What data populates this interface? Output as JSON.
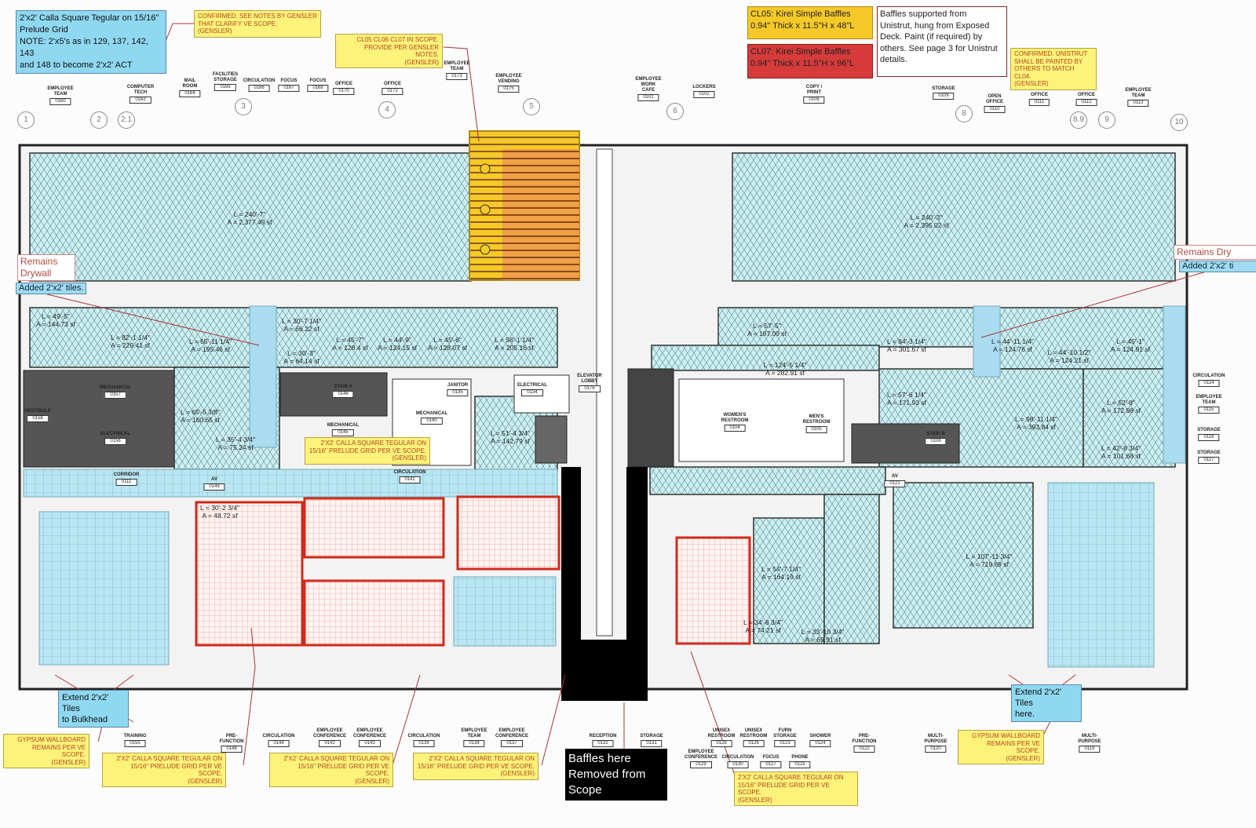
{
  "colors": {
    "acoustic_tile_area": "#cdeff2",
    "grid_ceiling": "#b4e4f2",
    "baffle_cl05": "#f6c928",
    "baffle_cl07": "#e57a3a",
    "mechanical_gray": "#555555",
    "removed_scope_red": "#d02a1a",
    "note_yellow": "#fdf27a",
    "note_blue": "#8fd8f2"
  },
  "notes": {
    "tegular_spec": [
      "2'x2' Calla Square Tegular on 15/16\"",
      "Prelude Grid",
      "NOTE: 2'x5's as in 129, 137, 142, 143",
      "and 148 to become 2'x2' ACT"
    ],
    "confirmed_ve_scope": [
      "CONFIRMED. SEE NOTES BY GENSLER",
      "THAT CLARIFY VE SCOPE.",
      "(GENSLER)"
    ],
    "cl_in_scope": [
      "CL05 CL06 CL07 IN SCOPE.",
      "PROVIDE PER GENSLER NOTES.",
      "(GENSLER)"
    ],
    "cl05": [
      "CL05: Kirei Simple Baffles",
      "0.94\" Thick x 11.5\"H x 48\"L"
    ],
    "cl07": [
      "CL07: Kirei Simple Baffles",
      "0.94\" Thick x 11.5\"H x 96\"L"
    ],
    "baffle_support": [
      "Baffles supported from",
      "Unistrut, hung from Exposed",
      "Deck. Paint (if required) by",
      "others. See page 3 for Unistrut",
      "details."
    ],
    "unistrut_confirmed": [
      "CONFIRMED. UNISTRUT",
      "SHALL BE PAINTED BY",
      "OTHERS TO MATCH CL04.",
      "(GENSLER)"
    ],
    "remains_drywall_left": [
      "Remains",
      "Drywall"
    ],
    "remains_drywall_right": "Remains Dry",
    "added_tiles_left": "Added 2'x2' tiles.",
    "added_tiles_right": "Added 2'x2' ti",
    "calla_mid": [
      "2'x2' CALLA SQUARE TEGULAR ON",
      "15/16\" PRELUDE GRID PER VE SCOPE.",
      "(GENSLER)"
    ],
    "extend_left": [
      "Extend 2'x2' Tiles",
      "to Bulkhead"
    ],
    "extend_right": [
      "Extend 2'x2' Tiles",
      "here."
    ],
    "gypsum_left": [
      "GYPSUM WALLBOARD",
      "REMAINS PER VE SCOPE.",
      "(GENSLER)"
    ],
    "gypsum_right": [
      "GYPSUM WALLBOARD",
      "REMAINS PER VE SCOPE.",
      "(GENSLER)"
    ],
    "calla_bottom_1": [
      "2'x2' CALLA SQUARE TEGULAR ON",
      "15/16\" PRELUDE GRID PER VE SCOPE.",
      "(GENSLER)"
    ],
    "calla_bottom_2": [
      "2'x2' CALLA SQUARE TEGULAR ON",
      "15/16\" PRELUDE GRID PER VE SCOPE.",
      "(GENSLER)"
    ],
    "calla_bottom_3": [
      "2'x2' CALLA SQUARE TEGULAR ON",
      "15/16\" PRELUDE GRID PER VE SCOPE.",
      "(GENSLER)"
    ],
    "calla_bottom_4": [
      "2'x2' CALLA SQUARE TEGULAR ON",
      "15/16\" PRELUDE GRID PER VE SCOPE.",
      "(GENSLER)"
    ],
    "baffles_removed": [
      "Baffles here",
      "Removed from",
      "Scope"
    ]
  },
  "grid_bubbles": [
    "1",
    "2",
    "2.1",
    "3",
    "4",
    "5",
    "6",
    "8",
    "8.9",
    "9",
    "10"
  ],
  "room_tags": [
    {
      "name": "EMPLOYEE TEAM",
      "number": "0160"
    },
    {
      "name": "COMPUTER TECH",
      "number": "0162"
    },
    {
      "name": "MAIL ROOM",
      "number": "0164"
    },
    {
      "name": "FACILITIES STORAGE",
      "number": "0165"
    },
    {
      "name": "CIRCULATION",
      "number": "0166"
    },
    {
      "name": "FOCUS",
      "number": "0167"
    },
    {
      "name": "FOCUS",
      "number": "0168"
    },
    {
      "name": "OFFICE",
      "number": "0170"
    },
    {
      "name": "OFFICE",
      "number": "0172"
    },
    {
      "name": "EMPLOYEE TEAM",
      "number": "0173"
    },
    {
      "name": "EMPLOYEE VENDING",
      "number": "0175"
    },
    {
      "name": "EMPLOYEE WORK CAFE",
      "number": "0101"
    },
    {
      "name": "LOCKERS",
      "number": "0102"
    },
    {
      "name": "COPY / PRINT",
      "number": "0106"
    },
    {
      "name": "STORAGE",
      "number": "0109"
    },
    {
      "name": "OPEN OFFICE",
      "number": "0110"
    },
    {
      "name": "OFFICE",
      "number": "0111"
    },
    {
      "name": "OFFICE",
      "number": "0112"
    },
    {
      "name": "EMPLOYEE TEAM",
      "number": "0113"
    },
    {
      "name": "CIRCULATION",
      "number": "0114"
    },
    {
      "name": "EMPLOYEE TEAM",
      "number": "0115"
    },
    {
      "name": "STORAGE",
      "number": "0116"
    },
    {
      "name": "STORAGE",
      "number": "0117"
    },
    {
      "name": "MECHANICAL",
      "number": "0157"
    },
    {
      "name": "VESTIBULE",
      "number": "0158"
    },
    {
      "name": "ELECTRICAL",
      "number": "0156"
    },
    {
      "name": "STAIR A",
      "number": "0146"
    },
    {
      "name": "MECHANICAL",
      "number": "0145"
    },
    {
      "name": "JANITOR",
      "number": "0135"
    },
    {
      "name": "ELECTRICAL",
      "number": "0134"
    },
    {
      "name": "MECHANICAL",
      "number": "0140"
    },
    {
      "name": "ELEVATOR LOBBY",
      "number": "0176"
    },
    {
      "name": "WOMEN'S RESTROOM",
      "number": "0104"
    },
    {
      "name": "MEN'S RESTROOM",
      "number": "0105"
    },
    {
      "name": "STAIR B",
      "number": "0108"
    },
    {
      "name": "CORRIDOR",
      "number": "0111"
    },
    {
      "name": "CIRCULATION",
      "number": "0141"
    },
    {
      "name": "AV",
      "number": "0149"
    },
    {
      "name": "AV",
      "number": "0121"
    },
    {
      "name": "TRAINING",
      "number": "0155"
    },
    {
      "name": "PRE-FUNCTION",
      "number": "0148"
    },
    {
      "name": "CIRCULATION",
      "number": "0144"
    },
    {
      "name": "EMPLOYEE CONFERENCE",
      "number": "0142"
    },
    {
      "name": "EMPLOYEE CONFERENCE",
      "number": "0143"
    },
    {
      "name": "CIRCULATION",
      "number": "0139"
    },
    {
      "name": "EMPLOYEE TEAM",
      "number": "0138"
    },
    {
      "name": "EMPLOYEE CONFERENCE",
      "number": "0137"
    },
    {
      "name": "RECEPTION",
      "number": "0132"
    },
    {
      "name": "STORAGE",
      "number": "0131"
    },
    {
      "name": "UNISEX RESTROOM",
      "number": "0128"
    },
    {
      "name": "UNISEX RESTROOM",
      "number": "0126"
    },
    {
      "name": "FURN STORAGE",
      "number": "0123"
    },
    {
      "name": "SHOWER",
      "number": "0124"
    },
    {
      "name": "PRE-FUNCTION",
      "number": "0122"
    },
    {
      "name": "MULTI-PURPOSE",
      "number": "0120"
    },
    {
      "name": "MULTI-PURPOSE",
      "number": "0119"
    },
    {
      "name": "EMPLOYEE CONFERENCE",
      "number": "0129"
    },
    {
      "name": "CIRCULATION",
      "number": "0130"
    },
    {
      "name": "FOCUS",
      "number": "0127"
    },
    {
      "name": "PHONE",
      "number": "0125"
    }
  ],
  "area_labels": [
    {
      "length": "L = 240'-7\"",
      "area": "A = 2,377.49 sf"
    },
    {
      "length": "L = 240'-3\"",
      "area": "A = 2,395.02 sf"
    },
    {
      "length": "L = 49'-5\"",
      "area": "A = 144.73 sf"
    },
    {
      "length": "L = 82'-1 1/4\"",
      "area": "A = 229.41 sf"
    },
    {
      "length": "L = 65'-11 1/4\"",
      "area": "A = 195.46 sf"
    },
    {
      "length": "L = 30'-7 1/4\"",
      "area": "A = 66.22 sf"
    },
    {
      "length": "L = 30'-3\"",
      "area": "A = 64.14 sf"
    },
    {
      "length": "L = 45'-7\"",
      "area": "A = 128.4 sf"
    },
    {
      "length": "L = 44'-9\"",
      "area": "A = 124.15 sf"
    },
    {
      "length": "L = 45'-6\"",
      "area": "A = 128.07 sf"
    },
    {
      "length": "L = 58'-1 1/4\"",
      "area": "A = 205.16 sf"
    },
    {
      "length": "L = 65'-5 3/8\"",
      "area": "A = 160.65 sf"
    },
    {
      "length": "L = 35'-4 3/4\"",
      "area": "A = 75.24 sf"
    },
    {
      "length": "L = 51'-4 3/4\"",
      "area": "A = 142.79 sf"
    },
    {
      "length": "L = 57'-5\"",
      "area": "A = 187.09 sf"
    },
    {
      "length": "L = 84'-3 1/4\"",
      "area": "A = 301.67 sf"
    },
    {
      "length": "L = 124'-5 1/4\"",
      "area": "A = 282.91 sf"
    },
    {
      "length": "L = 44'-11 1/4\"",
      "area": "A = 124.76 sf"
    },
    {
      "length": "L = 44'-10 1/2\"",
      "area": "A = 124.21 sf"
    },
    {
      "length": "L = 45'-1\"",
      "area": "A = 124.91 sf"
    },
    {
      "length": "L = 57'-6 1/4\"",
      "area": "A = 171.93 sf"
    },
    {
      "length": "L = 98'-11 1/4\"",
      "area": "A = 393.84 sf"
    },
    {
      "length": "L = 52'-8\"",
      "area": "A = 172.98 sf"
    },
    {
      "length": "L = 42'-8 3/4\"",
      "area": "A = 101.68 sf"
    },
    {
      "length": "L = 30'-2 3/4\"",
      "area": "A = 48.72 sf"
    },
    {
      "length": "L = 54'-7 1/4\"",
      "area": "A = 164.19 sf"
    },
    {
      "length": "L = 34'-8 3/4\"",
      "area": "A = 74.21 sf"
    },
    {
      "length": "L = 33'-10 3/4\"",
      "area": "A = 69.91 sf"
    },
    {
      "length": "L = 107'-11 3/4\"",
      "area": "A = 719.69 sf"
    }
  ]
}
